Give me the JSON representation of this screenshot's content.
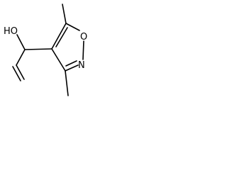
{
  "molecule": {
    "atoms": {
      "hydroxyl": "HO",
      "ring_oxygen": "O",
      "ring_nitrogen": "N"
    }
  },
  "colors": {
    "bond": "#000000",
    "text": "#000000",
    "background": "#ffffff"
  }
}
